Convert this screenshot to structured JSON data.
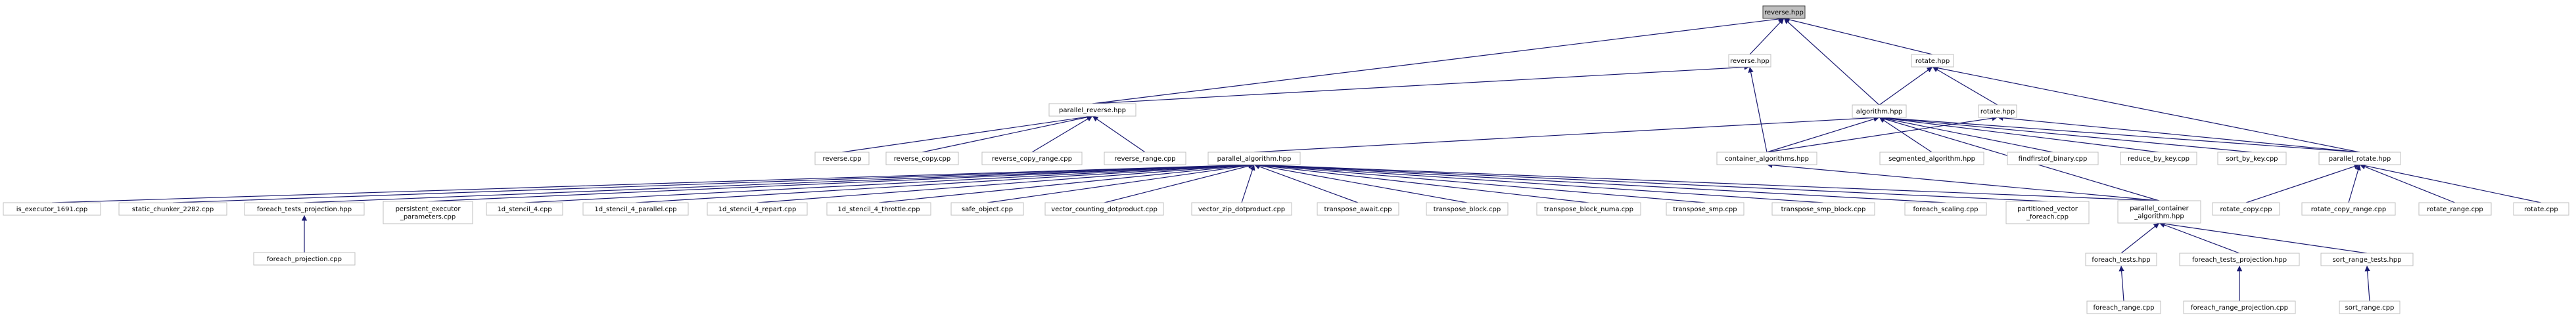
{
  "graph": {
    "edge_color": "#191970",
    "root_fill": "#bfbfbf",
    "node_border": "#bfbfbf",
    "nodes": {
      "reverse_hpp": "reverse.hpp",
      "reverse_hpp2": "reverse.hpp",
      "rotate_hpp": "rotate.hpp",
      "rotate_hpp2": "rotate.hpp",
      "parallel_reverse_hpp": "parallel_reverse.hpp",
      "algorithm_hpp": "algorithm.hpp",
      "reverse_cpp": "reverse.cpp",
      "reverse_copy_cpp": "reverse_copy.cpp",
      "reverse_copy_range_cpp": "reverse_copy_range.cpp",
      "reverse_range_cpp": "reverse_range.cpp",
      "parallel_algorithm_hpp": "parallel_algorithm.hpp",
      "container_algorithms_hpp": "container_algorithms.hpp",
      "segmented_algorithm_hpp": "segmented_algorithm.hpp",
      "findfirstof_binary_cpp": "findfirstof_binary.cpp",
      "reduce_by_key_cpp": "reduce_by_key.cpp",
      "sort_by_key_cpp": "sort_by_key.cpp",
      "parallel_rotate_hpp": "parallel_rotate.hpp",
      "is_executor_1691_cpp": "is_executor_1691.cpp",
      "static_chunker_2282_cpp": "static_chunker_2282.cpp",
      "foreach_tests_projection_hpp": "foreach_tests_projection.hpp",
      "persistent_executor_parameters_cpp": [
        "persistent_executor",
        "_parameters.cpp"
      ],
      "1d_stencil_4_cpp": "1d_stencil_4.cpp",
      "1d_stencil_4_parallel_cpp": "1d_stencil_4_parallel.cpp",
      "1d_stencil_4_repart_cpp": "1d_stencil_4_repart.cpp",
      "1d_stencil_4_throttle_cpp": "1d_stencil_4_throttle.cpp",
      "safe_object_cpp": "safe_object.cpp",
      "vector_counting_dotproduct_cpp": "vector_counting_dotproduct.cpp",
      "vector_zip_dotproduct_cpp": "vector_zip_dotproduct.cpp",
      "transpose_await_cpp": "transpose_await.cpp",
      "transpose_block_cpp": "transpose_block.cpp",
      "transpose_block_numa_cpp": "transpose_block_numa.cpp",
      "transpose_smp_cpp": "transpose_smp.cpp",
      "transpose_smp_block_cpp": "transpose_smp_block.cpp",
      "foreach_scaling_cpp": "foreach_scaling.cpp",
      "partitioned_vector_foreach_cpp": [
        "partitioned_vector",
        "_foreach.cpp"
      ],
      "parallel_container_algorithm_hpp": [
        "parallel_container",
        "_algorithm.hpp"
      ],
      "rotate_copy_cpp": "rotate_copy.cpp",
      "rotate_copy_range_cpp": "rotate_copy_range.cpp",
      "rotate_range_cpp": "rotate_range.cpp",
      "rotate_cpp": "rotate.cpp",
      "foreach_projection_cpp": "foreach_projection.cpp",
      "foreach_tests_hpp": "foreach_tests.hpp",
      "foreach_tests_projection_hpp2": "foreach_tests_projection.hpp",
      "sort_range_tests_hpp": "sort_range_tests.hpp",
      "foreach_range_cpp": "foreach_range.cpp",
      "foreach_range_projection_cpp": "foreach_range_projection.cpp",
      "sort_range_cpp": "sort_range.cpp"
    },
    "edges": [
      [
        "reverse_hpp2",
        "reverse_hpp"
      ],
      [
        "rotate_hpp",
        "reverse_hpp"
      ],
      [
        "parallel_reverse_hpp",
        "reverse_hpp"
      ],
      [
        "algorithm_hpp",
        "reverse_hpp"
      ],
      [
        "parallel_reverse_hpp",
        "reverse_hpp2"
      ],
      [
        "container_algorithms_hpp",
        "reverse_hpp2"
      ],
      [
        "algorithm_hpp",
        "rotate_hpp"
      ],
      [
        "rotate_hpp2",
        "rotate_hpp"
      ],
      [
        "parallel_rotate_hpp",
        "rotate_hpp"
      ],
      [
        "reverse_cpp",
        "parallel_reverse_hpp"
      ],
      [
        "reverse_copy_cpp",
        "parallel_reverse_hpp"
      ],
      [
        "reverse_copy_range_cpp",
        "parallel_reverse_hpp"
      ],
      [
        "reverse_range_cpp",
        "parallel_reverse_hpp"
      ],
      [
        "parallel_algorithm_hpp",
        "algorithm_hpp"
      ],
      [
        "container_algorithms_hpp",
        "algorithm_hpp"
      ],
      [
        "segmented_algorithm_hpp",
        "algorithm_hpp"
      ],
      [
        "findfirstof_binary_cpp",
        "algorithm_hpp"
      ],
      [
        "reduce_by_key_cpp",
        "algorithm_hpp"
      ],
      [
        "sort_by_key_cpp",
        "algorithm_hpp"
      ],
      [
        "parallel_container_algorithm_hpp",
        "algorithm_hpp"
      ],
      [
        "container_algorithms_hpp",
        "rotate_hpp2"
      ],
      [
        "parallel_rotate_hpp",
        "rotate_hpp2"
      ],
      [
        "parallel_rotate_hpp",
        "algorithm_hpp"
      ],
      [
        "is_executor_1691_cpp",
        "parallel_algorithm_hpp"
      ],
      [
        "static_chunker_2282_cpp",
        "parallel_algorithm_hpp"
      ],
      [
        "foreach_tests_projection_hpp",
        "parallel_algorithm_hpp"
      ],
      [
        "persistent_executor_parameters_cpp",
        "parallel_algorithm_hpp"
      ],
      [
        "1d_stencil_4_cpp",
        "parallel_algorithm_hpp"
      ],
      [
        "1d_stencil_4_parallel_cpp",
        "parallel_algorithm_hpp"
      ],
      [
        "1d_stencil_4_repart_cpp",
        "parallel_algorithm_hpp"
      ],
      [
        "1d_stencil_4_throttle_cpp",
        "parallel_algorithm_hpp"
      ],
      [
        "safe_object_cpp",
        "parallel_algorithm_hpp"
      ],
      [
        "vector_counting_dotproduct_cpp",
        "parallel_algorithm_hpp"
      ],
      [
        "vector_zip_dotproduct_cpp",
        "parallel_algorithm_hpp"
      ],
      [
        "transpose_await_cpp",
        "parallel_algorithm_hpp"
      ],
      [
        "transpose_block_cpp",
        "parallel_algorithm_hpp"
      ],
      [
        "transpose_block_numa_cpp",
        "parallel_algorithm_hpp"
      ],
      [
        "transpose_smp_cpp",
        "parallel_algorithm_hpp"
      ],
      [
        "transpose_smp_block_cpp",
        "parallel_algorithm_hpp"
      ],
      [
        "foreach_scaling_cpp",
        "parallel_algorithm_hpp"
      ],
      [
        "partitioned_vector_foreach_cpp",
        "parallel_algorithm_hpp"
      ],
      [
        "parallel_container_algorithm_hpp",
        "parallel_algorithm_hpp"
      ],
      [
        "parallel_container_algorithm_hpp",
        "container_algorithms_hpp"
      ],
      [
        "rotate_copy_cpp",
        "parallel_rotate_hpp"
      ],
      [
        "rotate_copy_range_cpp",
        "parallel_rotate_hpp"
      ],
      [
        "rotate_range_cpp",
        "parallel_rotate_hpp"
      ],
      [
        "rotate_cpp",
        "parallel_rotate_hpp"
      ],
      [
        "foreach_projection_cpp",
        "foreach_tests_projection_hpp"
      ],
      [
        "foreach_tests_hpp",
        "parallel_container_algorithm_hpp"
      ],
      [
        "foreach_tests_projection_hpp2",
        "parallel_container_algorithm_hpp"
      ],
      [
        "sort_range_tests_hpp",
        "parallel_container_algorithm_hpp"
      ],
      [
        "foreach_range_cpp",
        "foreach_tests_hpp"
      ],
      [
        "foreach_range_projection_cpp",
        "foreach_tests_projection_hpp2"
      ],
      [
        "sort_range_cpp",
        "sort_range_tests_hpp"
      ]
    ]
  }
}
